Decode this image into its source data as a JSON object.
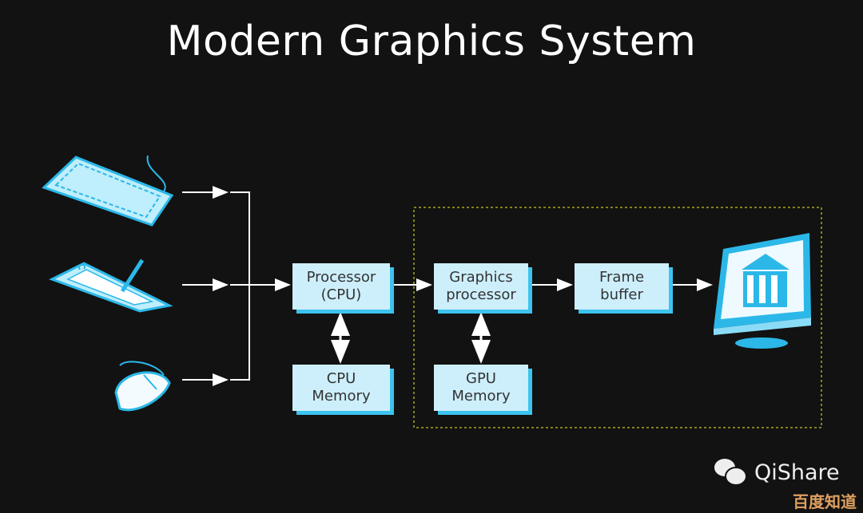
{
  "title": "Modern Graphics System",
  "boxes": {
    "processor": {
      "line1": "Processor",
      "line2": "(CPU)"
    },
    "cpu_memory": {
      "line1": "CPU",
      "line2": "Memory"
    },
    "graphics_processor": {
      "line1": "Graphics",
      "line2": "processor"
    },
    "gpu_memory": {
      "line1": "GPU",
      "line2": "Memory"
    },
    "frame_buffer": {
      "line1": "Frame",
      "line2": "buffer"
    }
  },
  "inputs": [
    "keyboard-icon",
    "tablet-icon",
    "mouse-icon"
  ],
  "output": "monitor-icon",
  "watermark": {
    "brand": "QiShare",
    "site": "百度知道"
  },
  "colors": {
    "box": "#cdeffc",
    "shadow": "#3cc3ee",
    "dashed": "#a8a820"
  }
}
